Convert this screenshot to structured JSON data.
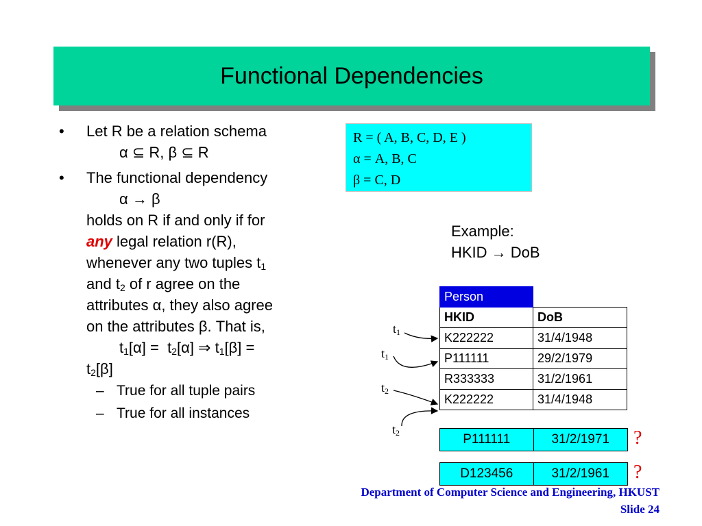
{
  "slide": {
    "title": "Functional Dependencies"
  },
  "body": {
    "b1_line1": "Let R be a relation schema",
    "b1_line2": "α ⊆ R, β ⊆ R",
    "b2_line1": "The functional dependency",
    "b2_line2": "α → β",
    "b2_line3": "holds on R if and only if for",
    "b2_any": "any",
    "b2_line4": " legal relation r(R),",
    "b2_line5_pre": "whenever any two tuples t",
    "b2_line5_sub": "1",
    "b2_line6_a": "and t",
    "b2_line6_sub": "2",
    "b2_line6_b": " of r agree on the",
    "b2_line7": "attributes α, they also agree",
    "b2_line8": "on the attributes β. That is,",
    "formula": {
      "t": "t",
      "s1": "1",
      "s2": "2",
      "alpha_part": "[α] = ",
      "alpha_part2": "[α] ⇒ ",
      "beta_part": "[β] =",
      "beta_part_end": "[β]"
    },
    "sub1": "True for all tuple pairs",
    "sub2": "True for all instances",
    "dash": "–",
    "dot": "•"
  },
  "definition_box": {
    "line1": "R = ( A, B, C, D, E )",
    "line2": "α = A, B, C",
    "line3": "β = C, D"
  },
  "example": {
    "line1": "Example:",
    "line2": "HKID → DoB"
  },
  "table": {
    "name": "Person",
    "columns": [
      "HKID",
      "DoB"
    ],
    "rows": [
      [
        "K222222",
        "31/4/1948"
      ],
      [
        "P111111",
        "29/2/1979"
      ],
      [
        "R333333",
        "31/2/1961"
      ],
      [
        "K222222",
        "31/4/1948"
      ]
    ]
  },
  "new_rows": [
    {
      "hkid": "P111111",
      "dob": "31/2/1971",
      "mark": "?"
    },
    {
      "hkid": "D123456",
      "dob": "31/2/1961",
      "mark": "?"
    }
  ],
  "tuple_labels": [
    {
      "t": "t",
      "sub": "1"
    },
    {
      "t": "t",
      "sub": "1"
    },
    {
      "t": "t",
      "sub": "2"
    },
    {
      "t": "t",
      "sub": "2"
    }
  ],
  "footer": {
    "line1": "Department of Computer Science and Engineering, HKUST",
    "line2": "Slide 24"
  },
  "colors": {
    "title_bg": "#00d49a",
    "def_box_bg": "#00ffff",
    "table_header_bg": "#0000e0",
    "accent_red": "#e00000",
    "footer_blue": "#0000cc"
  }
}
